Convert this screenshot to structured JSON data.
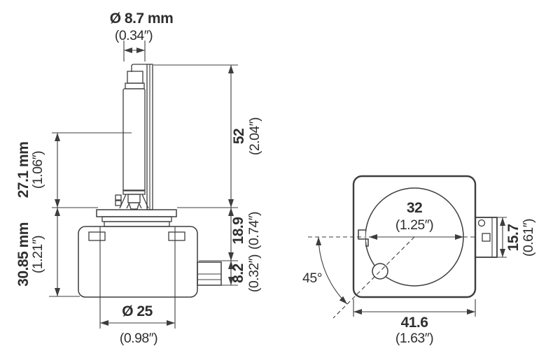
{
  "drawing": {
    "bg_color": "#ffffff",
    "line_color": "#3d3d3d",
    "text_color": "#2e2e2e",
    "side_view": {
      "tip_diameter": {
        "mm": "Ø 8.7 mm",
        "inch": "(0.34″)"
      },
      "arc_height": {
        "mm": "27.1 mm",
        "inch": "(1.06″)"
      },
      "base_height": {
        "mm": "30.85 mm",
        "inch": "(1.21″)"
      },
      "overall_height": {
        "mm": "52",
        "inch": "(2.04″)"
      },
      "neck_height": {
        "mm": "18.9",
        "inch": "(0.74″)"
      },
      "connector_height": {
        "mm": "8.2",
        "inch": "(0.32″)"
      },
      "base_diameter": {
        "mm": "Ø 25",
        "inch": "(0.98″)"
      }
    },
    "front_view": {
      "ring_diameter": {
        "mm": "32",
        "inch": "(1.25″)"
      },
      "keyway_angle": "45°",
      "base_width": {
        "mm": "41.6",
        "inch": "(1.63″)"
      },
      "connector_width": {
        "mm": "15.7",
        "inch": "(0.61″)"
      }
    }
  }
}
